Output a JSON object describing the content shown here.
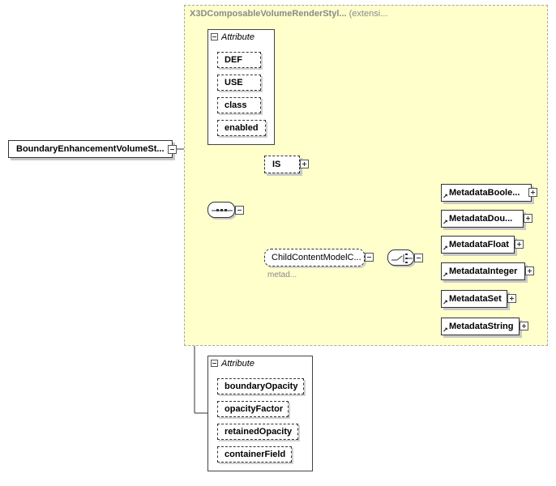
{
  "root": {
    "label": "BoundaryEnhancementVolumeSt..."
  },
  "extension": {
    "title": "X3DComposableVolumeRenderStyl...",
    "suffix": "(extensi..."
  },
  "attribute_group_1": {
    "header": "Attribute",
    "items": [
      "DEF",
      "USE",
      "class",
      "enabled"
    ]
  },
  "is_node": {
    "label": "IS"
  },
  "child_group": {
    "label": "ChildContentModelC...",
    "subtitle": "metad..."
  },
  "metadata_items": [
    "MetadataBoole...",
    "MetadataDou...",
    "MetadataFloat",
    "MetadataInteger",
    "MetadataSet",
    "MetadataString"
  ],
  "attribute_group_2": {
    "header": "Attribute",
    "items": [
      "boundaryOpacity",
      "opacityFactor",
      "retainedOpacity",
      "containerField"
    ]
  }
}
